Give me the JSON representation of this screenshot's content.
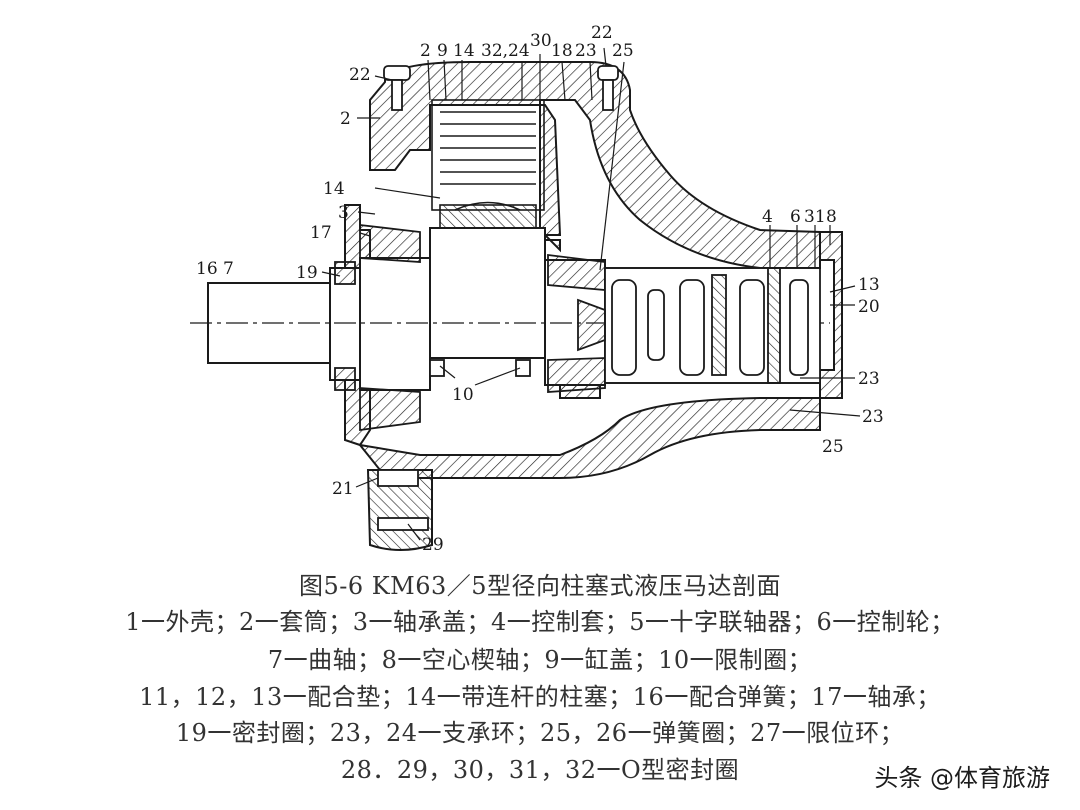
{
  "figure": {
    "title": "图5-6 KM63／5型径向柱塞式液压马达剖面",
    "legend_lines": [
      "1一外壳；2一套筒；3一轴承盖；4一控制套；5一十字联轴器；6一控制轮；",
      "7一曲轴；8一空心楔轴；9一缸盖；10一限制圈；",
      "11，12，13一配合垫；14一带连杆的柱塞；16一配合弹簧；17一轴承；",
      "19一密封圈；23，24一支承环；25，26一弹簧圈；27一限位环；",
      "28．29，30，31，32一O型密封圈"
    ]
  },
  "callouts": {
    "top_22_left": "22",
    "top_2": "2",
    "top_9": "9",
    "top_14": "14",
    "top_32_24": "32,24",
    "top_30": "30",
    "top_18": "18",
    "top_23": "23",
    "top_22_right": "22",
    "top_25": "25",
    "left_2": "2",
    "left_14": "14",
    "left_3": "3",
    "left_17": "17",
    "left_16_7": "16 7",
    "left_19": "19",
    "bottom_10": "10",
    "bottom_21": "21",
    "bottom_29": "29",
    "right_4": "4",
    "right_6": "6",
    "right_31": "31",
    "right_8": "8",
    "right_13": "13",
    "right_20": "20",
    "right_23a": "23",
    "right_23b": "23",
    "right_25": "25"
  },
  "watermark": "头条 @体育旅游",
  "colors": {
    "ink": "#1a1a1a",
    "paper": "#ffffff"
  }
}
